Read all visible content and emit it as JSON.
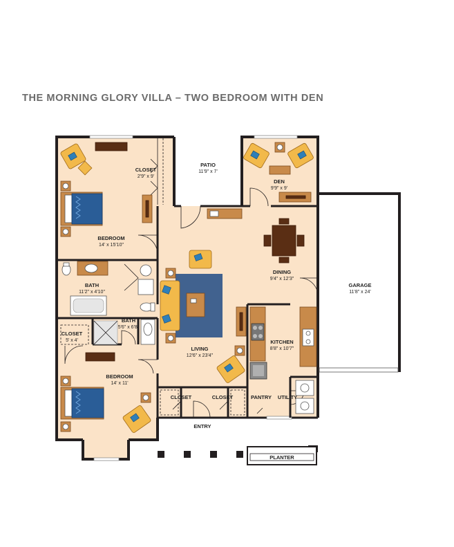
{
  "title": "THE MORNING GLORY VILLA – TWO BEDROOM WITH DEN",
  "rooms": {
    "closet_master": {
      "name": "CLOSET",
      "dim": "2'9\" x 9'"
    },
    "patio": {
      "name": "PATIO",
      "dim": "11'9\" x 7'"
    },
    "den": {
      "name": "DEN",
      "dim": "9'9\" x 9'"
    },
    "bedroom_master": {
      "name": "BEDROOM",
      "dim": "14' x 15'10\""
    },
    "bath_master": {
      "name": "BATH",
      "dim": "11'2\" x 4'10\""
    },
    "bath_second": {
      "name": "BATH",
      "dim": "5'6\" x 6'8\""
    },
    "dining": {
      "name": "DINING",
      "dim": "9'4\" x 12'3\""
    },
    "garage": {
      "name": "GARAGE",
      "dim": "11'8\" x 24'"
    },
    "closet_second": {
      "name": "CLOSET",
      "dim": "5' x 4'"
    },
    "kitchen": {
      "name": "KITCHEN",
      "dim": "8'8\" x 10'7\""
    },
    "living": {
      "name": "LIVING",
      "dim": "12'6\" x 23'4\""
    },
    "bedroom_second": {
      "name": "BEDROOM",
      "dim": "14' x 11'"
    },
    "closet_entry_left": {
      "name": "CLOSET"
    },
    "closet_entry_right": {
      "name": "CLOSET"
    },
    "pantry": {
      "name": "PANTRY"
    },
    "utility": {
      "name": "UTILITY"
    },
    "entry": {
      "name": "ENTRY"
    },
    "planter": {
      "name": "PLANTER"
    }
  },
  "colors": {
    "floor": "#fbe3c8",
    "wall": "#231f20",
    "rug": "#41628f",
    "title": "#6b6b6b"
  }
}
